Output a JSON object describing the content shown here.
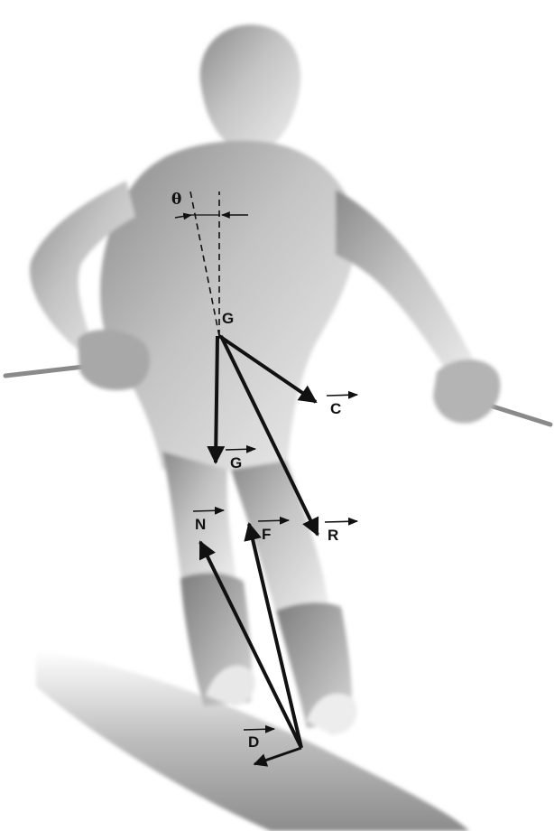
{
  "diagram": {
    "angle_label": "θ",
    "point_label": "G",
    "vectors": {
      "c": "C",
      "g": "G",
      "r": "R",
      "n": "N",
      "f": "F",
      "d": "D"
    }
  }
}
